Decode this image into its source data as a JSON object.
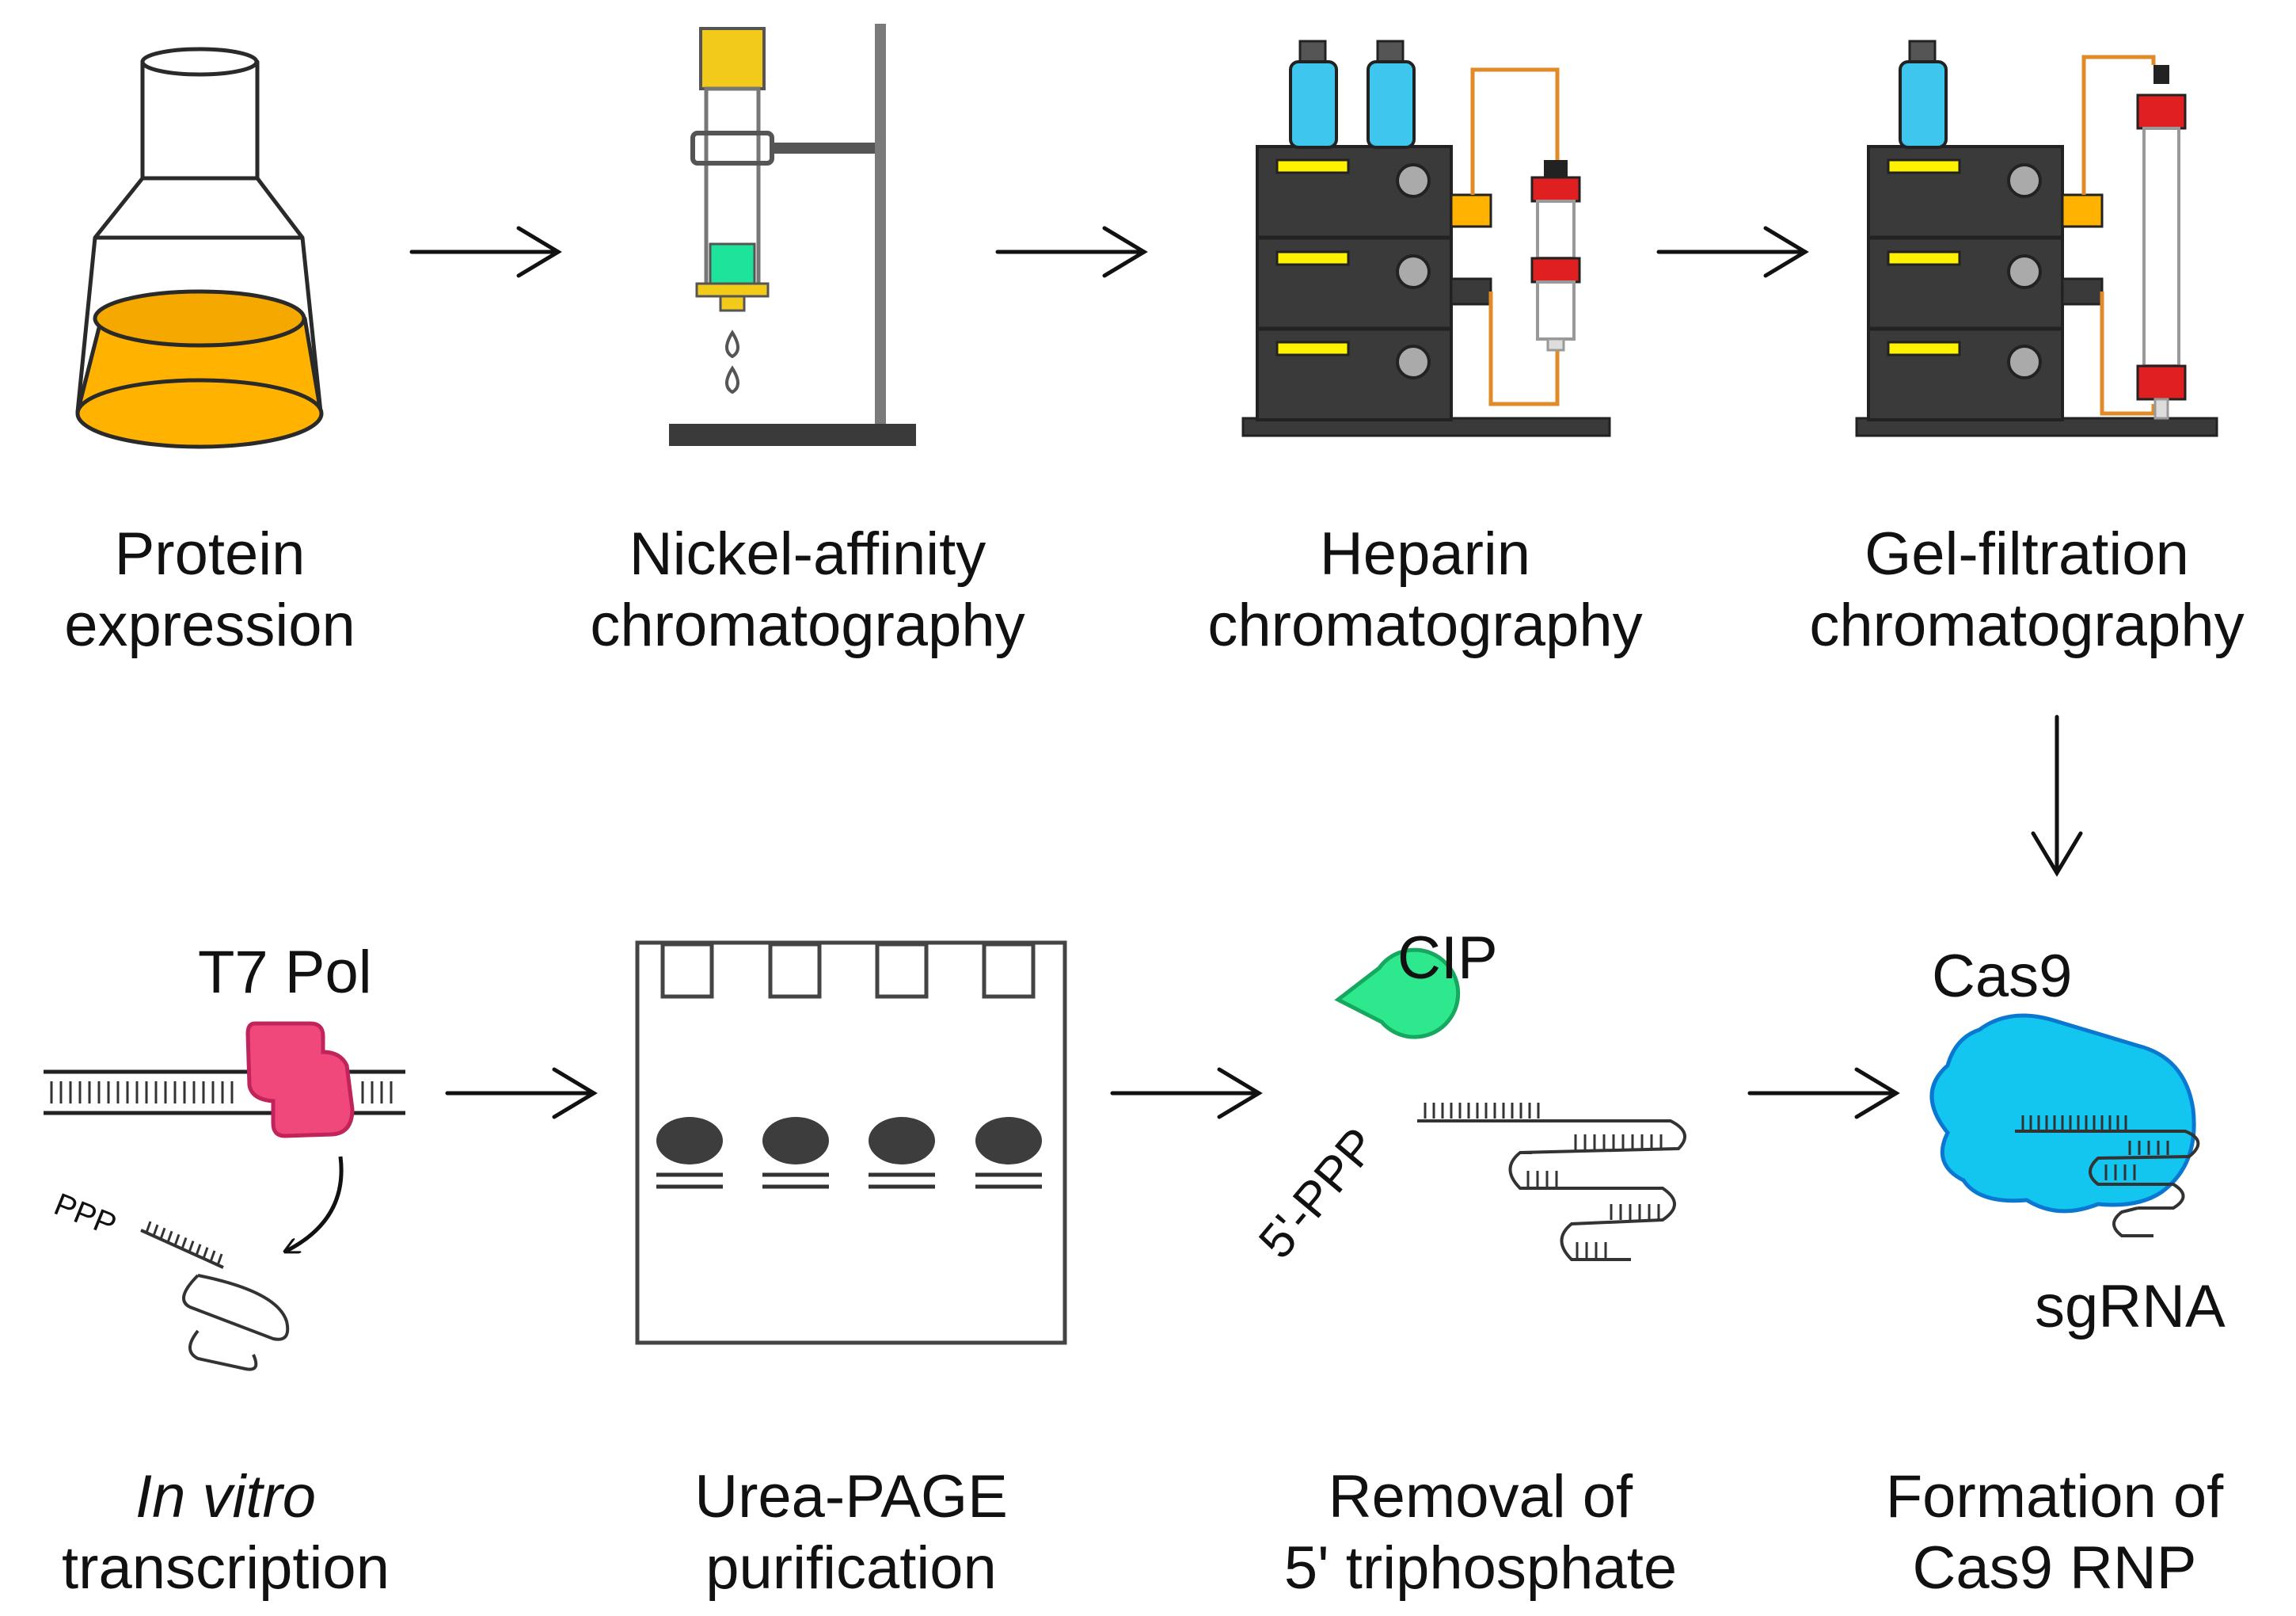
{
  "steps": {
    "protein_expression": {
      "line1": "Protein",
      "line2": "expression"
    },
    "nickel_affinity": {
      "line1": "Nickel-affinity",
      "line2": "chromatography"
    },
    "heparin": {
      "line1": "Heparin",
      "line2": "chromatography"
    },
    "gel_filtration": {
      "line1": "Gel-filtration",
      "line2": "chromatography"
    },
    "in_vitro": {
      "line1_italic": "In vitro",
      "line2": "transcription"
    },
    "urea_page": {
      "line1": "Urea-PAGE",
      "line2": "purification"
    },
    "removal": {
      "line1": "Removal of",
      "line2": "5' triphosphate"
    },
    "formation": {
      "line1": "Formation of",
      "line2": "Cas9 RNP"
    }
  },
  "tags": {
    "t7_pol": "T7 Pol",
    "ppp": "PPP",
    "cip": "CIP",
    "five_ppp": "5'-PPP",
    "cas9": "Cas9",
    "sgrna": "sgRNA"
  },
  "colors": {
    "liquid": "#FFB300",
    "bottle": "#3FC6EE",
    "instrument": "#3A3A3A",
    "panel_slot": "#FFF200",
    "tubing": "#E08A28",
    "column_cap": "#E02020",
    "resin": "#1EE39A",
    "column_top": "#F2CB1A",
    "t7_pol": "#F0487A",
    "cip": "#2EE88E",
    "cas9": "#12C6F0"
  },
  "icons": [
    "flask-icon",
    "gravity-column-icon",
    "fplc-heparin-icon",
    "fplc-gel-filtration-icon",
    "t7-polymerase-icon",
    "gel-icon",
    "cip-enzyme-icon",
    "cas9-rnp-icon"
  ]
}
